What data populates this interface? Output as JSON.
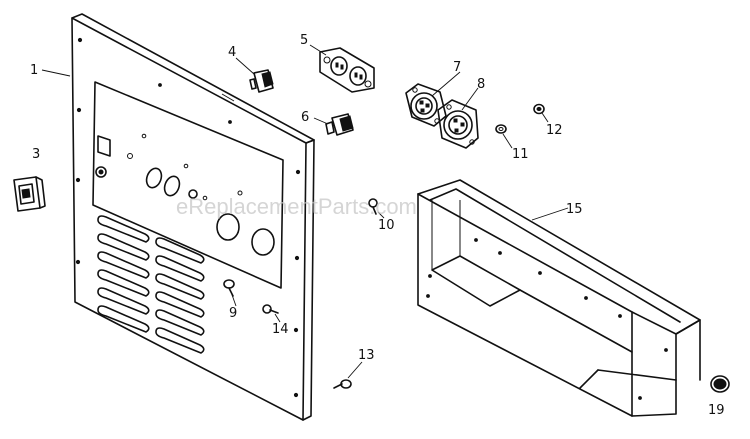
{
  "watermark": "eReplacementParts.com",
  "callouts": [
    {
      "id": "1",
      "label": "1"
    },
    {
      "id": "3",
      "label": "3"
    },
    {
      "id": "4",
      "label": "4"
    },
    {
      "id": "5",
      "label": "5"
    },
    {
      "id": "6",
      "label": "6"
    },
    {
      "id": "7",
      "label": "7"
    },
    {
      "id": "8",
      "label": "8"
    },
    {
      "id": "9",
      "label": "9"
    },
    {
      "id": "10",
      "label": "10"
    },
    {
      "id": "11",
      "label": "11"
    },
    {
      "id": "12",
      "label": "12"
    },
    {
      "id": "13",
      "label": "13"
    },
    {
      "id": "14",
      "label": "14"
    },
    {
      "id": "15",
      "label": "15"
    },
    {
      "id": "19",
      "label": "19"
    }
  ]
}
